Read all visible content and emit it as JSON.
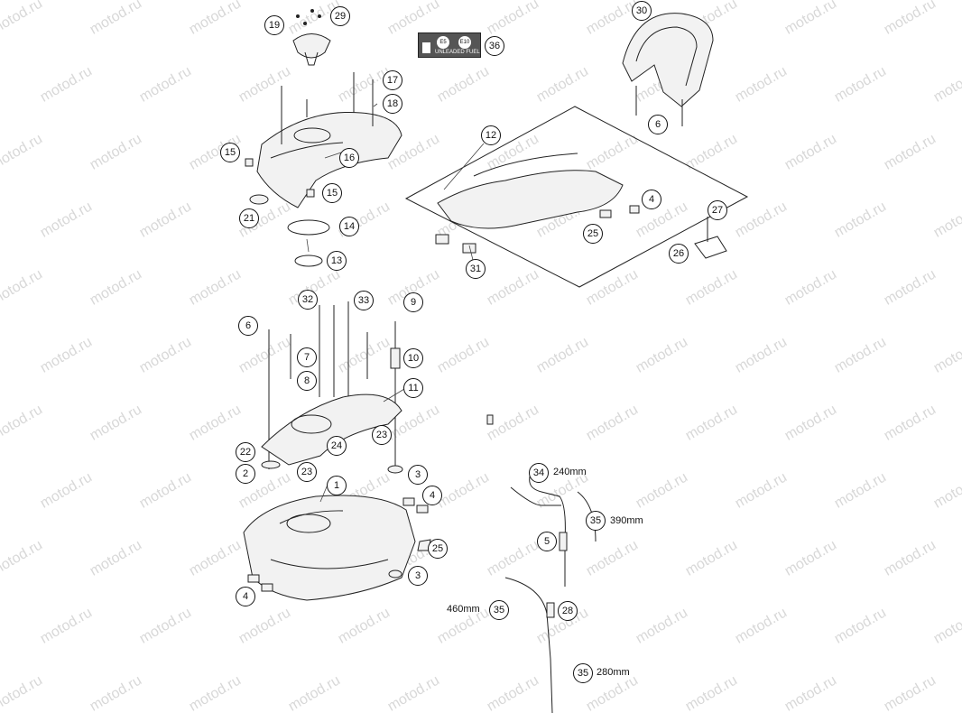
{
  "watermark": "motod.ru",
  "fuel_label": {
    "text": "UNLEADED FUEL",
    "e5": "E5",
    "e10": "E10"
  },
  "callouts": {
    "c1": "1",
    "c2": "2",
    "c3a": "3",
    "c3b": "3",
    "c4a": "4",
    "c4b": "4",
    "c4c": "4",
    "c5": "5",
    "c6a": "6",
    "c6b": "6",
    "c7": "7",
    "c8": "8",
    "c9": "9",
    "c10": "10",
    "c11": "11",
    "c12": "12",
    "c13": "13",
    "c14": "14",
    "c15a": "15",
    "c15b": "15",
    "c16": "16",
    "c17": "17",
    "c18": "18",
    "c19": "19",
    "c21": "21",
    "c22": "22",
    "c23a": "23",
    "c23b": "23",
    "c24": "24",
    "c25a": "25",
    "c25b": "25",
    "c26": "26",
    "c27": "27",
    "c28": "28",
    "c29": "29",
    "c30": "30",
    "c31": "31",
    "c32": "32",
    "c33": "33",
    "c34": "34",
    "c35a": "35",
    "c35b": "35",
    "c35c": "35",
    "c36": "36"
  },
  "lengths": {
    "l34": "240mm",
    "l35a": "390mm",
    "l35b": "460mm",
    "l35c": "280mm"
  }
}
